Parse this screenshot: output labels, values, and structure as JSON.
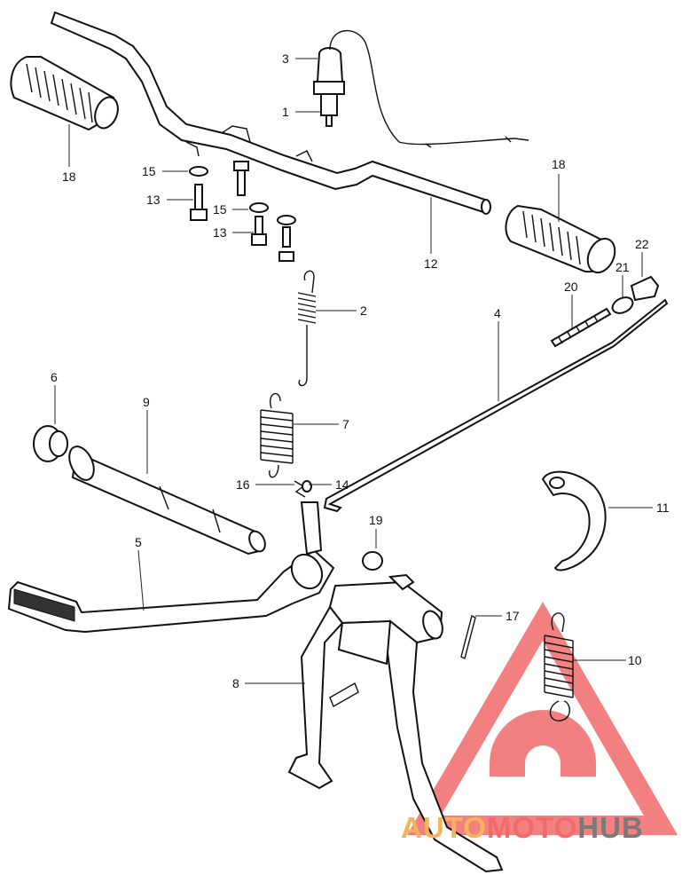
{
  "labels": [
    {
      "id": "3",
      "text": "3"
    },
    {
      "id": "1",
      "text": "1"
    },
    {
      "id": "18a",
      "text": "18"
    },
    {
      "id": "18b",
      "text": "18"
    },
    {
      "id": "15a",
      "text": "15"
    },
    {
      "id": "13a",
      "text": "13"
    },
    {
      "id": "15b",
      "text": "15"
    },
    {
      "id": "13b",
      "text": "13"
    },
    {
      "id": "12",
      "text": "12"
    },
    {
      "id": "22",
      "text": "22"
    },
    {
      "id": "21",
      "text": "21"
    },
    {
      "id": "20",
      "text": "20"
    },
    {
      "id": "2",
      "text": "2"
    },
    {
      "id": "4",
      "text": "4"
    },
    {
      "id": "6",
      "text": "6"
    },
    {
      "id": "9",
      "text": "9"
    },
    {
      "id": "7",
      "text": "7"
    },
    {
      "id": "16",
      "text": "16"
    },
    {
      "id": "14",
      "text": "14"
    },
    {
      "id": "11",
      "text": "11"
    },
    {
      "id": "19",
      "text": "19"
    },
    {
      "id": "5",
      "text": "5"
    },
    {
      "id": "17",
      "text": "17"
    },
    {
      "id": "10",
      "text": "10"
    },
    {
      "id": "8",
      "text": "8"
    }
  ],
  "watermark": {
    "part1": "AUTO",
    "part2": "MOTO",
    "part3": "HUB"
  },
  "colors": {
    "ink": "#111111",
    "watermark_red": "#f26b6b",
    "watermark_orange": "#f7b25c",
    "watermark_gray": "#7a7a7a"
  }
}
